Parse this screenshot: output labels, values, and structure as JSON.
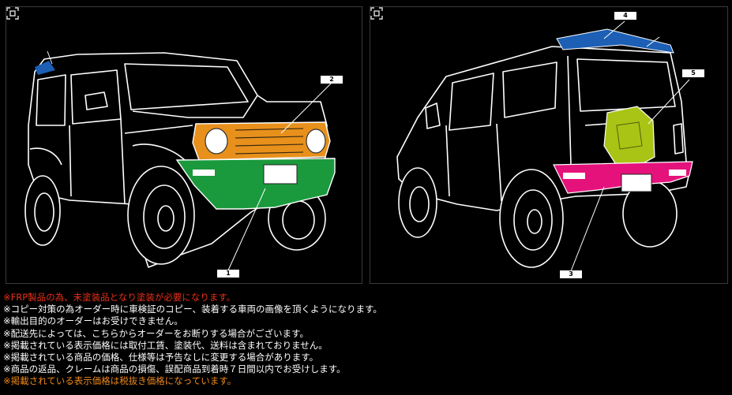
{
  "panels": [
    {
      "name": "front-view",
      "callouts": [
        "1",
        "2"
      ],
      "expand_icon": "expand-icon"
    },
    {
      "name": "rear-view",
      "callouts": [
        "3",
        "4",
        "5"
      ],
      "expand_icon": "expand-icon"
    }
  ],
  "part_colors": {
    "1": "#1a9a3c",
    "2": "#e8901c",
    "3": "#e5127b",
    "4": "#1c5fb4",
    "5": "#a9c414"
  },
  "notes": [
    {
      "text": "※FRP製品の為、未塗装品となり塗装が必要になります。",
      "color": "#e8311a"
    },
    {
      "text": "※コピー対策の為オーダー時に車検証のコピー、装着する車両の画像を頂くようになります。",
      "color": "#ffffff"
    },
    {
      "text": "※輸出目的のオーダーはお受けできません。",
      "color": "#ffffff"
    },
    {
      "text": "※配送先によっては、こちらからオーダーをお断りする場合がございます。",
      "color": "#ffffff"
    },
    {
      "text": "※掲載されている表示価格には取付工賃、塗装代、送料は含まれておりません。",
      "color": "#ffffff"
    },
    {
      "text": "※掲載されている商品の価格、仕様等は予告なしに変更する場合があります。",
      "color": "#ffffff"
    },
    {
      "text": "※商品の返品、クレームは商品の損傷、誤配商品到着時７日間以内でお受けします。",
      "color": "#ffffff"
    },
    {
      "text": "※掲載されている表示価格は税抜き価格になっています。",
      "color": "#f08a1c"
    }
  ]
}
